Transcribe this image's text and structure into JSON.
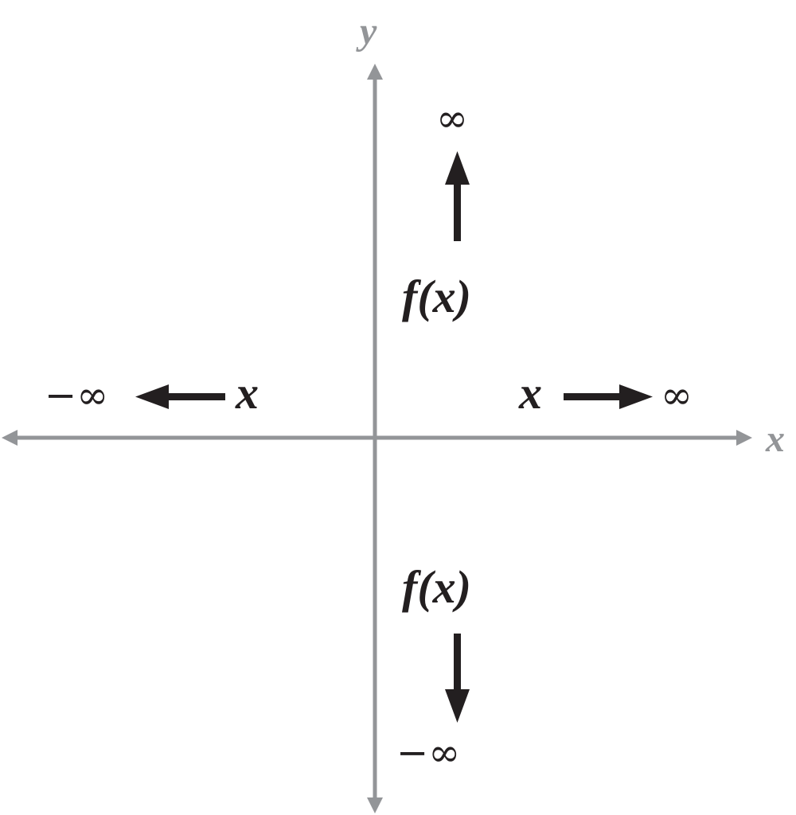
{
  "axes": {
    "x_label": "x",
    "y_label": "y",
    "color": "#939598"
  },
  "labels": {
    "top_infinity": "∞",
    "top_fx": "f(x)",
    "left_neg_infinity": "−∞",
    "left_x": "x",
    "right_x": "x",
    "right_infinity": "∞",
    "bottom_fx": "f(x)",
    "bottom_neg_infinity": "−∞"
  },
  "arrow_color": "#231f20"
}
